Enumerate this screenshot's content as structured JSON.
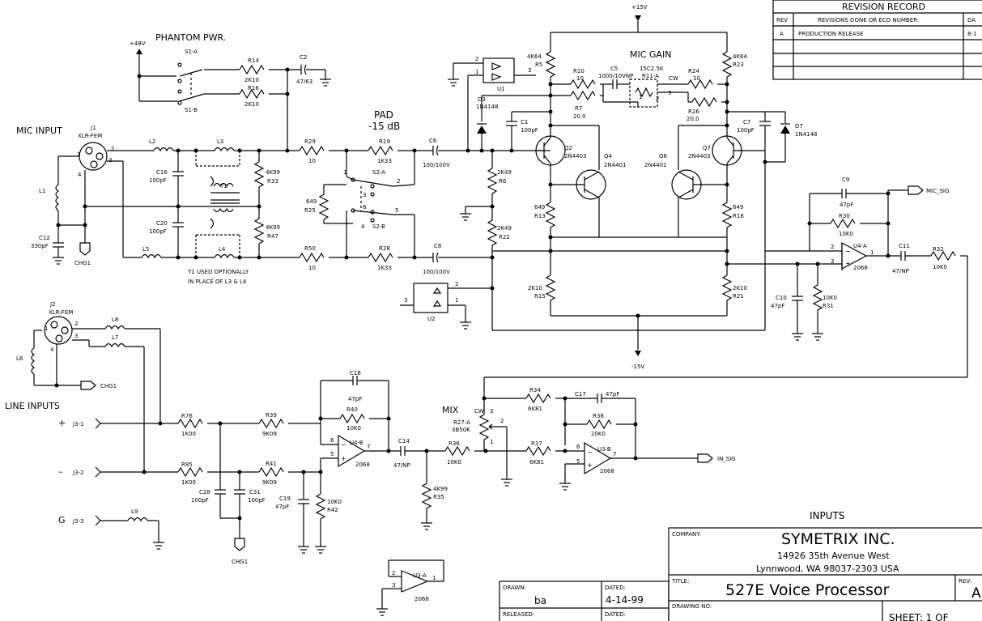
{
  "revision": {
    "title": "REVISION RECORD",
    "col_rev": "REV",
    "col_desc": "REVISIONS DONE OR ECO NUMBER:",
    "col_date": "DA",
    "row1_rev": "A",
    "row1_desc": "PRODUCTION RELEASE",
    "row1_date": "8-1"
  },
  "power": {
    "plus15": "+15V",
    "minus15": "-15V",
    "plus48": "+48V",
    "phantom": "PHANTOM PWR."
  },
  "labels": {
    "mic_input": "MIC INPUT",
    "line_inputs": "LINE INPUTS",
    "pad": "PAD",
    "pad_db": "-15 dB",
    "mic_gain": "MIC GAIN",
    "mix": "MIX",
    "inputs": "INPUTS",
    "t1_note1": "T1 USED OPTIONALLY",
    "t1_note2": "IN PLACE OF L3 & L4",
    "mic_sig": "MIC_SIG",
    "in_sig": "IN_SIG",
    "plus": "+",
    "minus": "–",
    "g": "G",
    "cw1": "CW",
    "cw2": "CW"
  },
  "parts": {
    "s1a": "S1-A",
    "s1b": "S1-B",
    "r14": "R14",
    "r14v": "2K10",
    "r16": "R16",
    "r16v": "2K10",
    "c2": "C2",
    "c2v": "47/63",
    "j1": "J1",
    "j1t": "XLR-FEM",
    "j2": "J2",
    "j2t": "XLR-FEM",
    "l1": "L1",
    "l2": "L2",
    "l3": "L3",
    "l4": "L4",
    "l5": "L5",
    "l6": "L6",
    "l7": "L7",
    "l8": "L8",
    "l9": "L9",
    "c16": "C16",
    "c16v": "100pF",
    "c20": "C20",
    "c20v": "100pF",
    "c12": "C12",
    "c12v": "330pF",
    "chg1": "CHG1",
    "t1": "T1",
    "r33": "R33",
    "r33v": "4K99",
    "r47": "R47",
    "r47v": "4K99",
    "r29": "R29",
    "r29v": "10",
    "r19": "R19",
    "r19v": "1K33",
    "r50": "R50",
    "r50v": "10",
    "r28": "R28",
    "r28v": "1K33",
    "s2a": "S2-A",
    "s2b": "S2-B",
    "r25": "R25",
    "r25v": "649",
    "c6": "C6",
    "c6v": "100/100V",
    "c8": "C8",
    "c8v": "100/100V",
    "u1": "U1",
    "u2": "U2",
    "d3": "D3",
    "d3v": "1N4148",
    "d7": "D7",
    "d7v": "1N4148",
    "c1": "C1",
    "c1v": "100pF",
    "c7": "C7",
    "c7v": "100pF",
    "r6": "R6",
    "r6v": "2K49",
    "r22": "R22",
    "r22v": "2K49",
    "r5": "R5",
    "r5v": "4K64",
    "r23": "R23",
    "r23v": "4K64",
    "r10": "R10",
    "r10v": "10",
    "r7": "R7",
    "r7v": "20.0",
    "c5": "C5",
    "c5v": "1000/10VNP",
    "r11": "R11-A",
    "r11v": "15C2.5K",
    "r24": "R24",
    "r24v": "10",
    "r26": "R26",
    "r26v": "20.0",
    "q2": "Q2",
    "q2v": "2N4403",
    "q4": "Q4",
    "q4v": "2N4401",
    "q6": "Q6",
    "q6v": "2N4401",
    "q7": "Q7",
    "q7v": "2N4403",
    "r13": "R13",
    "r13v": "649",
    "r18": "R18",
    "r18v": "649",
    "r15": "R15",
    "r15v": "2K10",
    "r21": "R21",
    "r21v": "2K10",
    "c9": "C9",
    "c9v": "47pF",
    "r30": "R30",
    "r30v": "10K0",
    "u4a": "U4-A",
    "u4av": "2068",
    "c11": "C11",
    "c11v": "47/NP",
    "r32": "R32",
    "r32v": "10K0",
    "c10": "C10",
    "c10v": "47pF",
    "r31": "R31",
    "r31v": "10K0",
    "j31": "J3-1",
    "j32": "J3-2",
    "j33": "J3-3",
    "r76": "R76",
    "r76v": "1K00",
    "r85": "R85",
    "r85v": "1K00",
    "r39": "R39",
    "r39v": "9K09",
    "r41": "R41",
    "r41v": "9K09",
    "c28": "C28",
    "c28v": "100pF",
    "c31": "C31",
    "c31v": "100pF",
    "c19": "C19",
    "c19v": "47pF",
    "r42": "R42",
    "r42v": "10K0",
    "c18": "C18",
    "c18v": "47pF",
    "r40": "R40",
    "r40v": "10K0",
    "u4b": "U4-B",
    "u4bv": "2068",
    "c14": "C14",
    "c14v": "47/NP",
    "r35": "R35",
    "r35v": "4K99",
    "r36": "R36",
    "r36v": "10K0",
    "r27": "R27-A",
    "r27v": "3B50K",
    "r34": "R34",
    "r34v": "6K81",
    "r37": "R37",
    "r37v": "6K81",
    "c17": "C17",
    "c17v": "47pF",
    "r38": "R38",
    "r38v": "20K0",
    "u3b": "U3-B",
    "u3bv": "2068",
    "u3a": "U3-A",
    "u3av": "2068"
  },
  "title_block": {
    "company_label": "COMPANY:",
    "company": "SYMETRIX INC.",
    "address1": "14926 35th Avenue West",
    "address2": "Lynnwood, WA 98037-2303  USA",
    "title_label": "TITLE:",
    "title": "527E Voice Processor",
    "rev_label": "REV:",
    "rev_value": "A",
    "drawn_label": "DRAWN:",
    "drawn_value": "ba",
    "dated_label": "DATED:",
    "dated_value": "4-14-99",
    "drawing_no_label": "DRAWING NO:",
    "released_label": "RELEASED:",
    "dated2_label": "DATED:",
    "sheet": "SHEET: 1 OF"
  }
}
